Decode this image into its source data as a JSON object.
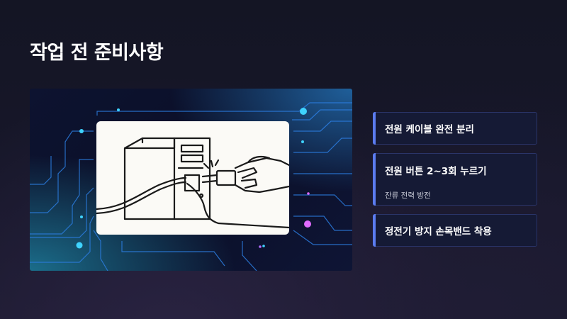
{
  "page": {
    "title": "작업 전 준비사항"
  },
  "illustration": {
    "icon": "unplug-power-cable-illustration",
    "colors": {
      "accent_cyan": "#3fd3ff",
      "accent_magenta": "#e06bff",
      "circuit_blue": "#2c7de0"
    }
  },
  "steps": [
    {
      "title": "전원 케이블 완전 분리",
      "subtitle": ""
    },
    {
      "title": "전원 버튼 2~3회 누르기",
      "subtitle": "잔류 전력 방전"
    },
    {
      "title": "정전기 방지 손목밴드 착용",
      "subtitle": ""
    }
  ],
  "colors": {
    "background": "#17172a",
    "card_background": "#151a35",
    "card_border": "#2a3468",
    "card_accent": "#5b7cf0"
  }
}
